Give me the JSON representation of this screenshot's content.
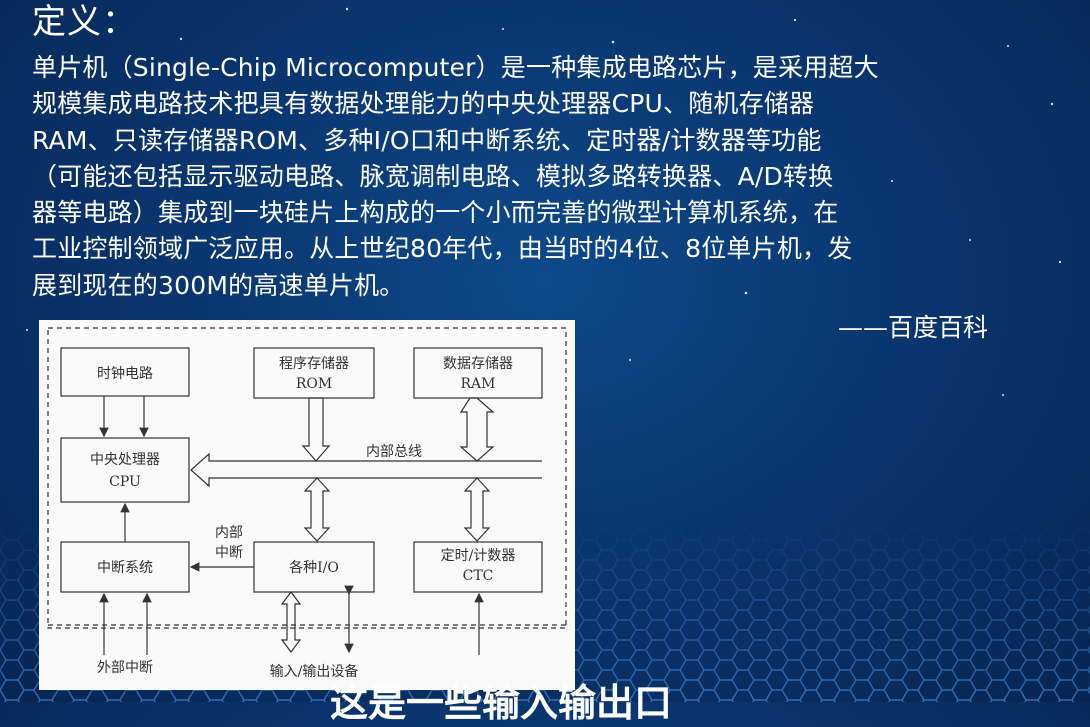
{
  "slide": {
    "title": "定义：",
    "definition_lines": [
      "单片机（Single-Chip Microcomputer）是一种集成电路芯片，是采用超大",
      "规模集成电路技术把具有数据处理能力的中央处理器CPU、随机存储器",
      "RAM、只读存储器ROM、多种I/O口和中断系统、定时器/计数器等功能",
      "（可能还包括显示驱动电路、脉宽调制电路、模拟多路转换器、A/D转换",
      "器等电路）集成到一块硅片上构成的一个小而完善的微型计算机系统，在",
      "工业控制领域广泛应用。从上世纪80年代，由当时的4位、8位单片机，发",
      "展到现在的300M的高速单片机。"
    ],
    "source": "——百度百科",
    "bottom_caption": "这是一些输入输出口"
  },
  "diagram": {
    "clock": "时钟电路",
    "rom_line1": "程序存储器",
    "rom_line2": "ROM",
    "ram_line1": "数据存储器",
    "ram_line2": "RAM",
    "cpu_line1": "中央处理器",
    "cpu_line2": "CPU",
    "bus": "内部总线",
    "internal_int_line1": "内部",
    "internal_int_line2": "中断",
    "interrupt": "中断系统",
    "io": "各种I/O",
    "ctc_line1": "定时/计数器",
    "ctc_line2": "CTC",
    "external_int": "外部中断",
    "io_device": "输入/输出设备"
  },
  "colors": {
    "background": "#0a3670",
    "text": "#ffffff",
    "diagram_bg": "#fafafa",
    "diagram_ink": "#333333"
  }
}
